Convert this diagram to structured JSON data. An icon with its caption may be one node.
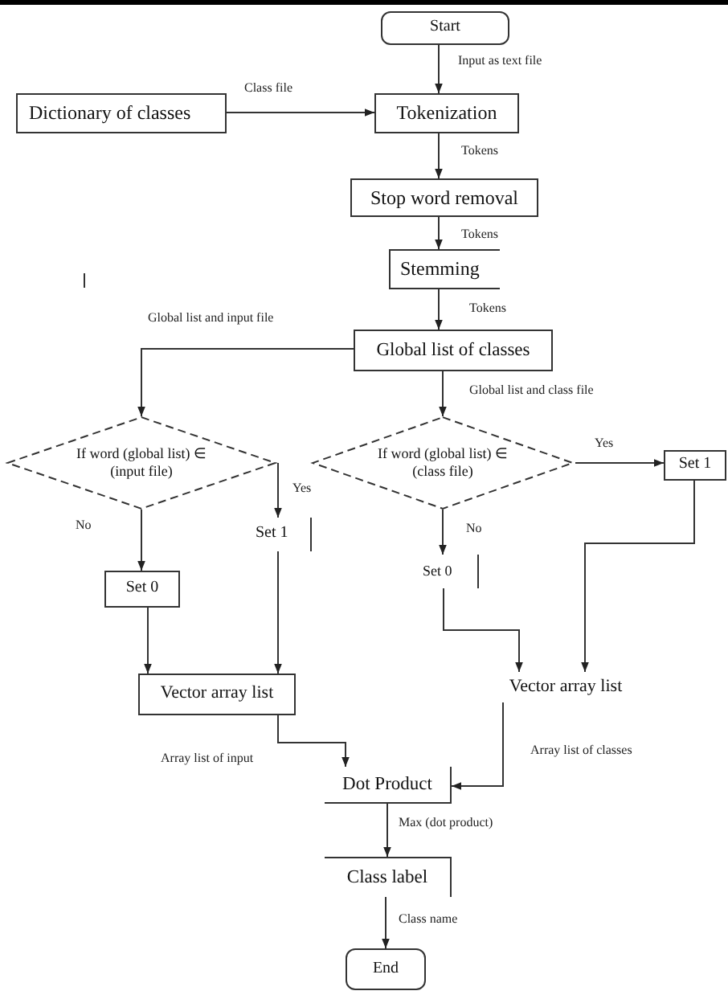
{
  "diagram": {
    "nodes": [
      {
        "text": [
          "Start"
        ]
      },
      {
        "text": [
          "Dictionary of classes"
        ]
      },
      {
        "text": [
          "Tokenization"
        ]
      },
      {
        "text": [
          "Stop word removal"
        ]
      },
      {
        "text": [
          "Stemming"
        ]
      },
      {
        "text": [
          "Global list of classes"
        ]
      },
      {
        "text": [
          "If word (global list) ∈ (input file)"
        ]
      },
      {
        "text": [
          "If word (global list) ∈ (class file)"
        ]
      },
      {
        "text": [
          "Set 1"
        ]
      },
      {
        "text": [
          "Set 1"
        ]
      },
      {
        "text": [
          "Set 0"
        ]
      },
      {
        "text": [
          "Set 0"
        ]
      },
      {
        "text": [
          "Vector array list"
        ]
      },
      {
        "text": [
          "Vector array list"
        ]
      },
      {
        "text": [
          "Dot Product"
        ]
      },
      {
        "text": [
          "Class label"
        ]
      },
      {
        "text": [
          "End"
        ]
      }
    ],
    "edges": [
      {
        "from": 0,
        "to": 2,
        "arrow": "to",
        "label": "Input as text file"
      },
      {
        "from": 1,
        "to": 2,
        "arrow": "to",
        "label": "Class file"
      },
      {
        "from": 2,
        "to": 3,
        "arrow": "to",
        "label": "Tokens"
      },
      {
        "from": 3,
        "to": 4,
        "arrow": "to",
        "label": "Tokens"
      },
      {
        "from": 4,
        "to": 5,
        "arrow": "to",
        "label": "Tokens"
      },
      {
        "from": 5,
        "to": 6,
        "arrow": "to",
        "label": "Global list and input file"
      },
      {
        "from": 5,
        "to": 7,
        "arrow": "to",
        "label": "Global list and class file"
      },
      {
        "from": 6,
        "to": 9,
        "arrow": "to",
        "label": "Yes"
      },
      {
        "from": 6,
        "to": 11,
        "arrow": "to",
        "label": "No"
      },
      {
        "from": 7,
        "to": 8,
        "arrow": "to",
        "label": "Yes"
      },
      {
        "from": 7,
        "to": 10,
        "arrow": "to",
        "label": "No"
      },
      {
        "from": 11,
        "to": 12,
        "arrow": "to"
      },
      {
        "from": 9,
        "to": 12,
        "arrow": "to"
      },
      {
        "from": 10,
        "to": 13,
        "arrow": "to"
      },
      {
        "from": 8,
        "to": 13,
        "arrow": "to"
      },
      {
        "from": 12,
        "to": 14,
        "arrow": "to",
        "label": "Array list of input"
      },
      {
        "from": 13,
        "to": 14,
        "arrow": "to",
        "label": "Array list of classes"
      },
      {
        "from": 14,
        "to": 15,
        "arrow": "to",
        "label": "Max (dot product)"
      },
      {
        "from": 15,
        "to": 16,
        "arrow": "to",
        "label": "Class name"
      }
    ]
  }
}
